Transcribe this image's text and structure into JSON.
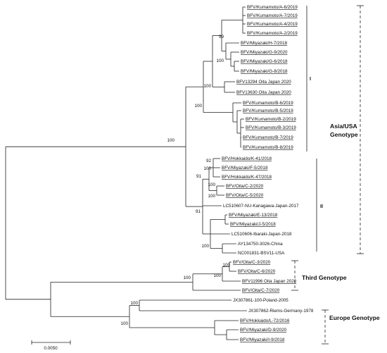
{
  "tree": {
    "leaves": [
      {
        "label": "BFV/Kumamoto/A-6/2019",
        "underline": true
      },
      {
        "label": "BFV/Kumamoto/A-7/2019",
        "underline": true
      },
      {
        "label": "BFV/Kumamoto/A-4/2019",
        "underline": true
      },
      {
        "label": "BFV/Kumamoto/A-2/2019",
        "underline": true
      },
      {
        "label": "BFV/Miyazaki/H-7/2018",
        "underline": true
      },
      {
        "label": "BFV/Miyazaki/G-9/2020",
        "underline": true
      },
      {
        "label": "BFV/Miyazaki/G-6/2018",
        "underline": true
      },
      {
        "label": "BFV/Miyazaki/G-8/2018",
        "underline": true
      },
      {
        "label": "BFV13294 Oita Japan 2020",
        "underline": true
      },
      {
        "label": "BFV13630 Oita Japan 2020",
        "underline": true
      },
      {
        "label": "BFV/Kumamoto/B-6/2019",
        "underline": true
      },
      {
        "label": "BFV/Kumamoto/B-5/2019",
        "underline": true
      },
      {
        "label": "BFV/Kumamoto/B-2/2019",
        "underline": true
      },
      {
        "label": "BFV/Kumamoto/B-3/2019",
        "underline": true
      },
      {
        "label": "BFV/Kumamoto/B-7/2019",
        "underline": true
      },
      {
        "label": "BFV/Kumamoto/B-8/2019",
        "underline": true
      },
      {
        "label": "BFV/Hokkaido/K-41/2018",
        "underline": true
      },
      {
        "label": "BFV/Miyazaki/F-5/2018",
        "underline": true
      },
      {
        "label": "BFV/Hokkaido/K-47/2018",
        "underline": true
      },
      {
        "label": "BFV/Oita/C-2/2020",
        "underline": true
      },
      {
        "label": "BFV/Oita/C-5/2020",
        "underline": true
      },
      {
        "label": "LC510607-NU-Kanagawa-Japan-2017",
        "underline": false
      },
      {
        "label": "BFV/Miyazaki/E-13/2018",
        "underline": true
      },
      {
        "label": "BFV/Miyazaki/J-5/2018",
        "underline": true
      },
      {
        "label": "LC510606-Ibaraki-Japan-2018",
        "underline": false
      },
      {
        "label": "AY134750-3026-China",
        "underline": false
      },
      {
        "label": "NC001831-BSV11-USA",
        "underline": false
      },
      {
        "label": "BFV/Oita/C-3/2020",
        "underline": true
      },
      {
        "label": "BFV/Oita/C-6/2020",
        "underline": true
      },
      {
        "label": "BFV11996 Oita Japan 2020",
        "underline": true
      },
      {
        "label": "BFV/Oita/C-7/2020",
        "underline": true
      },
      {
        "label": "JX307861-100-Poland-2005",
        "underline": false
      },
      {
        "label": "JX307862-Riems-Germany-1978",
        "underline": false
      },
      {
        "label": "BFV/Hokkaido/L-72/2016",
        "underline": true
      },
      {
        "label": "BFV/Miyazaki/D-9/2020",
        "underline": true
      },
      {
        "label": "BFV/Miyazaki/I-9/2018",
        "underline": true
      }
    ],
    "bootstrap_values": [
      "99",
      "100",
      "100",
      "100",
      "100",
      "92",
      "100",
      "91",
      "100",
      "100",
      "91",
      "100",
      "100",
      "100",
      "100",
      "100",
      "100"
    ],
    "subgroups": [
      "I",
      "II"
    ],
    "genotypes": [
      "Asia/USA",
      "Genotype",
      "Third Genotype",
      "Europe Genotype"
    ],
    "scale_bar": "0.0050"
  }
}
